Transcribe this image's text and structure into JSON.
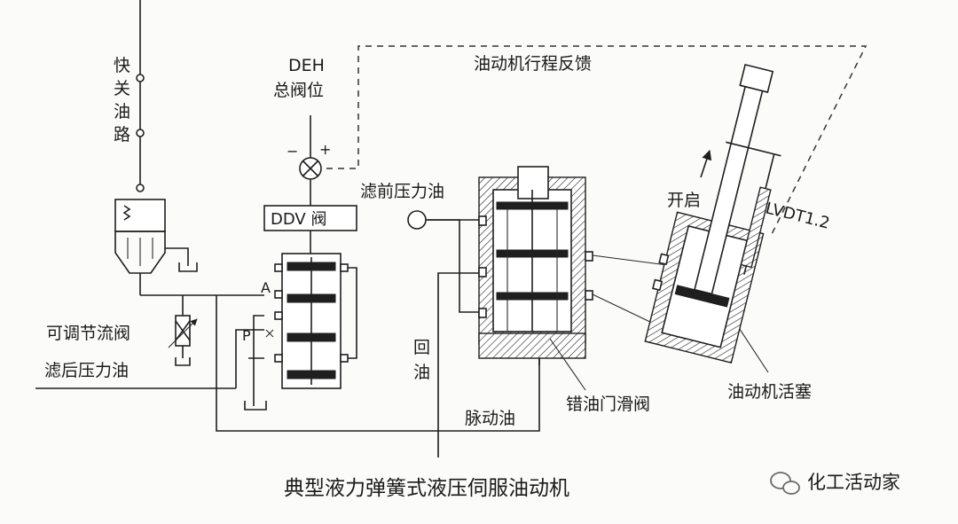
{
  "labels": {
    "fast_trip_oil_path": [
      "快",
      "关",
      "油",
      "路"
    ],
    "deh_line1": "DEH",
    "deh_line2": "总阀位",
    "minus": "−",
    "plus": "+",
    "ddv_valve": "DDV 阀",
    "port_a": "A",
    "port_p": "P",
    "adjustable_throttle_valve": "可调节流阀",
    "filtered_pressure_oil": "滤后压力油",
    "prefilter_pressure_oil": "滤前压力油",
    "return_oil": [
      "回",
      "油"
    ],
    "pulse_oil": "脉动油",
    "spool_valve": "错油门滑阀",
    "actuator_stroke_feedback": "油动机行程反馈",
    "open": "开启",
    "lvdt": "LVDT1.2",
    "actuator_piston": "油动机活塞"
  },
  "caption": "典型液力弹簧式液压伺服油动机",
  "watermark": "化工活动家",
  "colors": {
    "ink": "#1f1f1f",
    "background": "#fbfbfa",
    "watermark_icon": "#6a6a6a"
  }
}
